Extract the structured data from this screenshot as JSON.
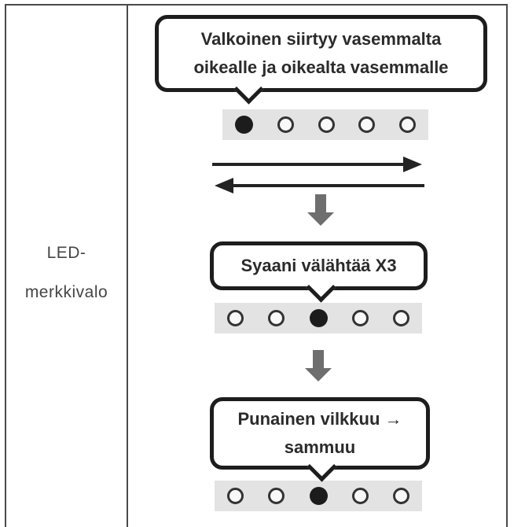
{
  "row": {
    "label_lines": [
      "LED-",
      "merkkivalo"
    ]
  },
  "diagram": {
    "steps": [
      {
        "callout_lines": [
          "Valkoinen siirtyy vasemmalta",
          "oikealle ja oikealta vasemmalle"
        ],
        "leds": [
          1,
          0,
          0,
          0,
          0
        ]
      },
      {
        "callout_lines": [
          "Syaani välähtää X3"
        ],
        "leds": [
          0,
          0,
          1,
          0,
          0
        ]
      },
      {
        "callout_lines": [
          "Punainen vilkkuu →",
          "sammuu"
        ],
        "leds": [
          0,
          0,
          1,
          0,
          0
        ]
      }
    ]
  },
  "icons": {
    "arrow-right-icon": "black right-pointing arrow (css triangle + shaft)",
    "arrow-left-icon": "black left-pointing arrow (css triangle + shaft)",
    "arrow-down-icon": "gray block arrow pointing down",
    "callout-tail-icon": "speech-bubble V tail (rotated square)",
    "led-dot-on": "filled black circle",
    "led-dot-off": "hollow circle"
  },
  "colors": {
    "table-border": "#4a4a4a",
    "callout-border": "#1d1d1d",
    "text": "#2b2b2b",
    "label-text": "#454545",
    "strip-bg": "#e3e3e3",
    "led-on": "#1c1c1c",
    "led-off-ring": "#333333",
    "led-off-fill": "#f8f8f8",
    "arrow-black": "#232323",
    "arrow-gray": "#6e6e6e"
  }
}
